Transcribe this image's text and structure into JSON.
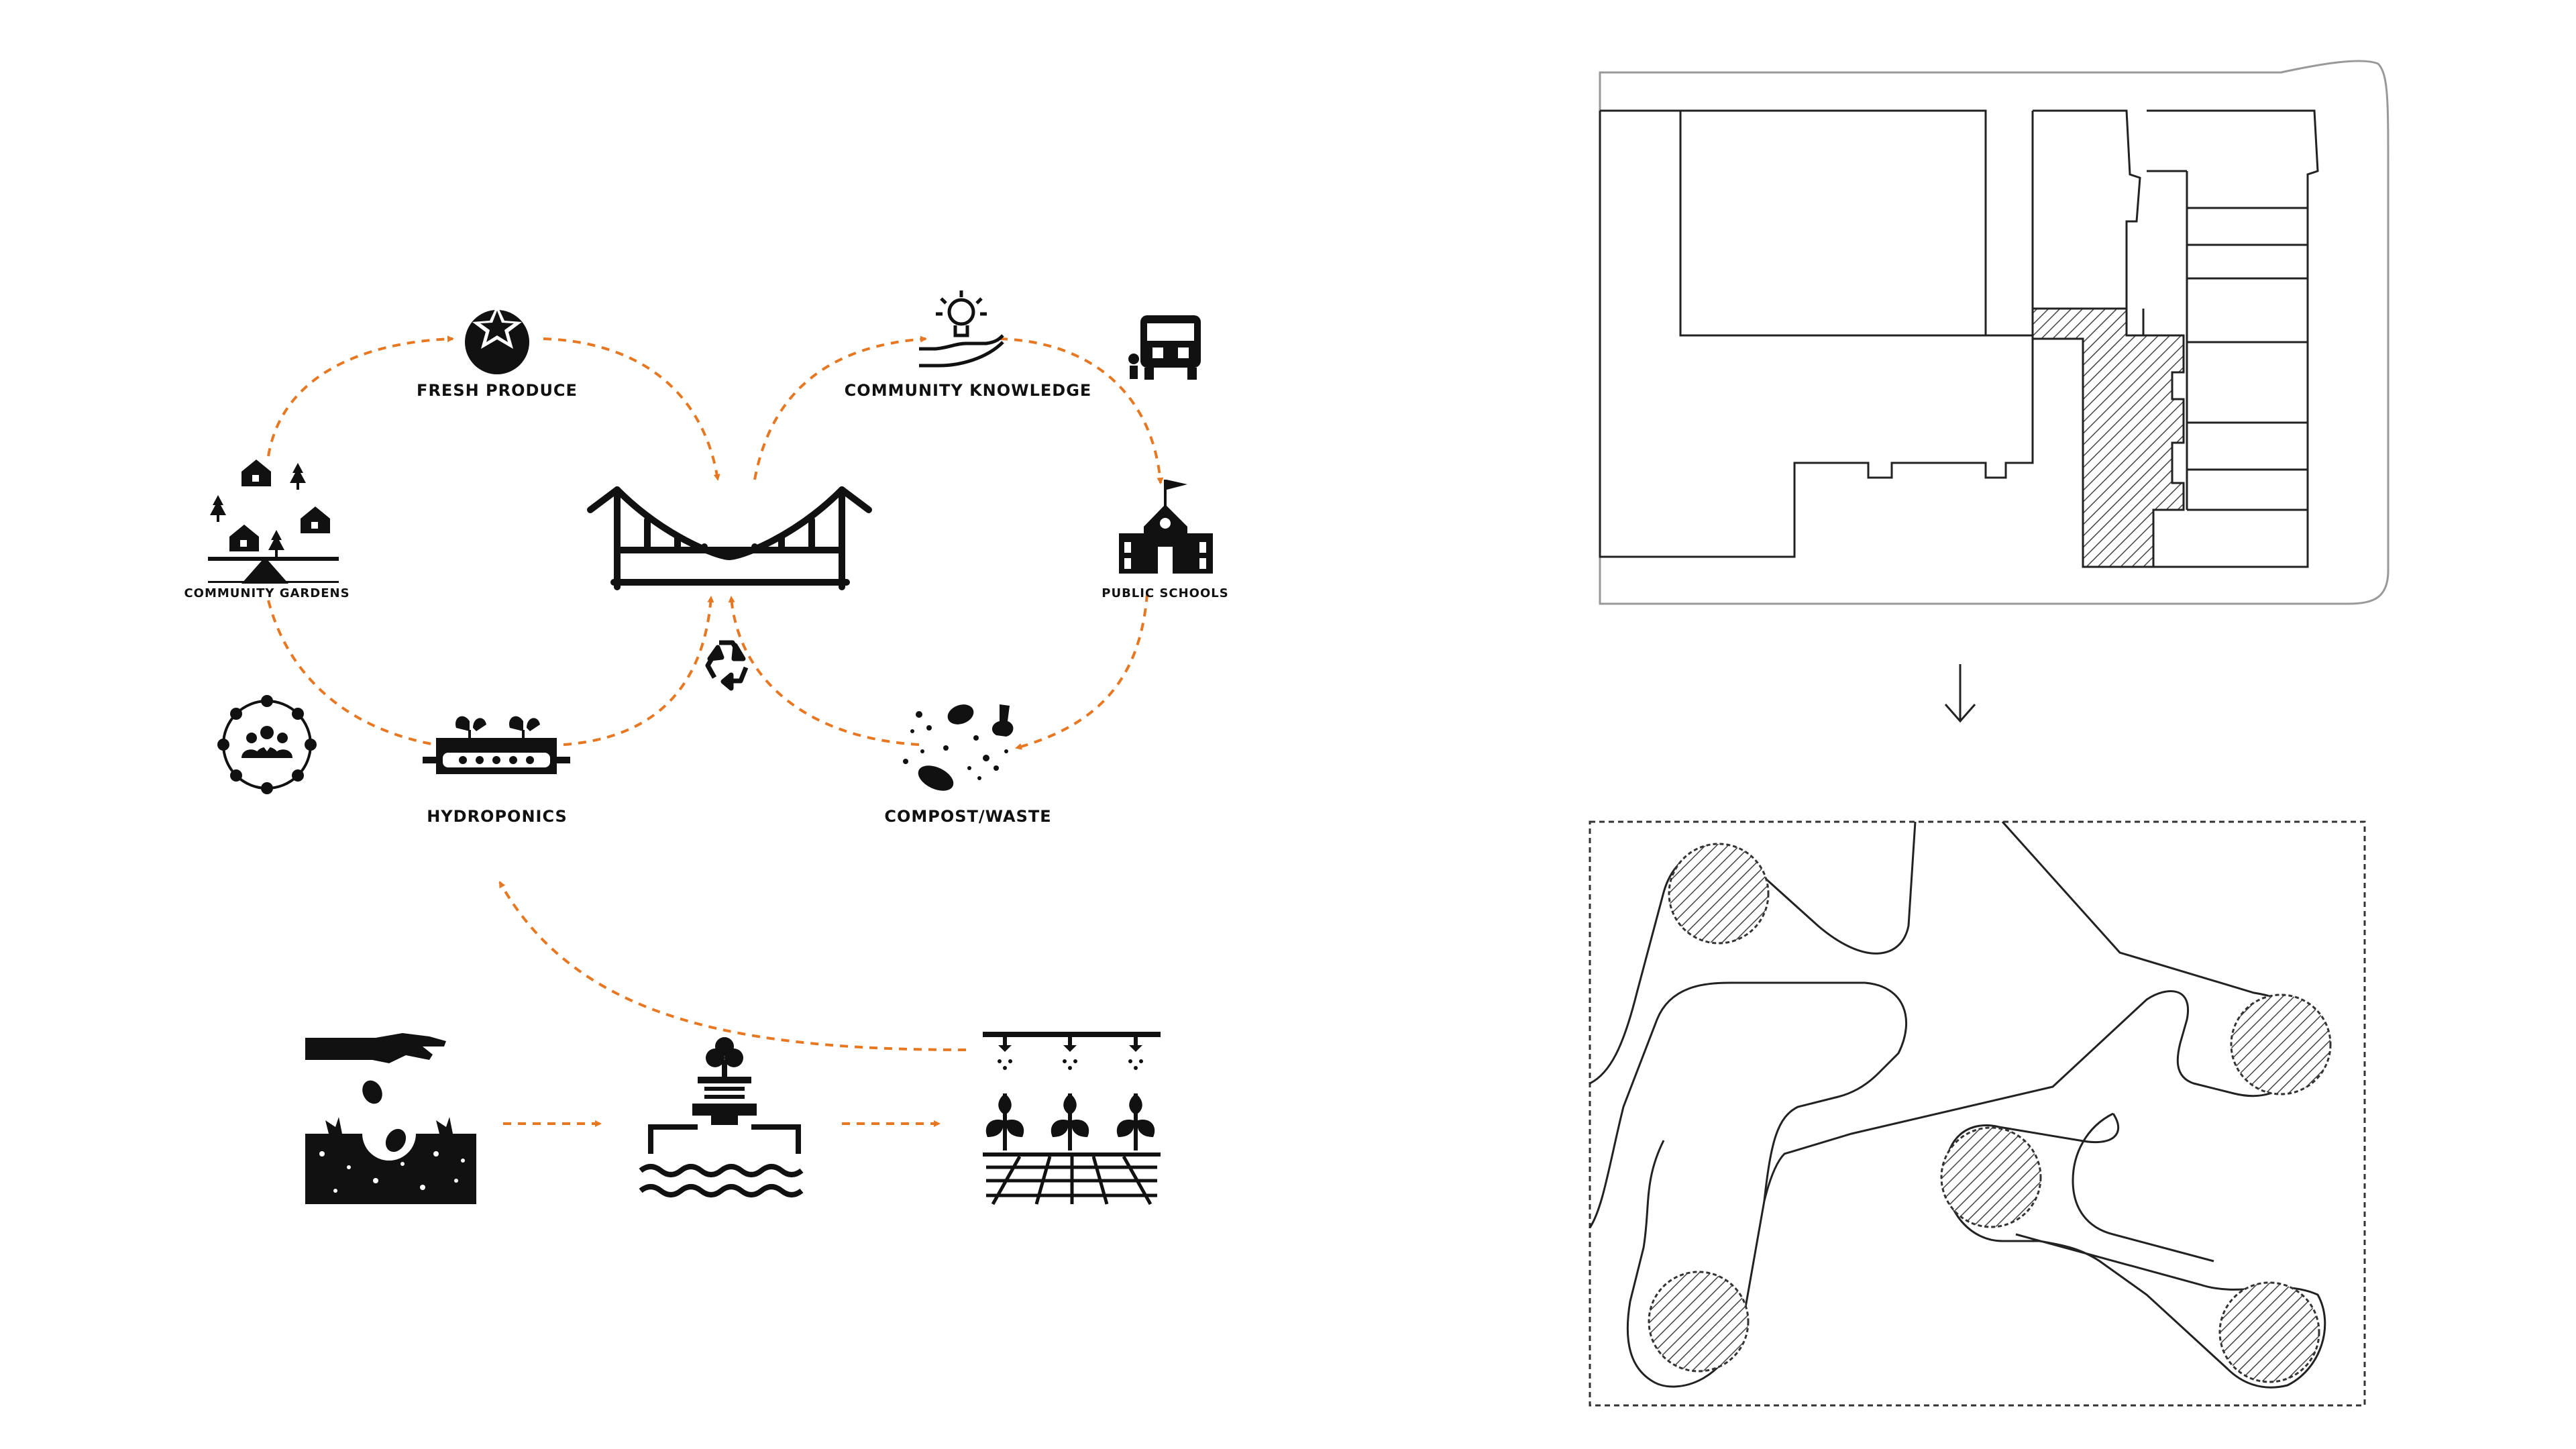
{
  "labels": {
    "fresh_produce": "FRESH PRODUCE",
    "community_knowledge": "COMMUNITY KNOWLEDGE",
    "community_gardens": "COMMUNITY GARDENS",
    "public_schools": "PUBLIC SCHOOLS",
    "hydroponics": "HYDROPONICS",
    "compost_waste": "COMPOST/WASTE"
  },
  "colors": {
    "ink": "#111111",
    "accent": "#e87722",
    "line": "#222222",
    "hatch": "#555555"
  },
  "icons": {
    "tomato": "tomato-icon",
    "lightbulb_hand": "lightbulb-hand-icon",
    "school_bus": "school-bus-icon",
    "houses_trees": "houses-trees-icon",
    "bridge": "bridge-icon",
    "school": "school-building-icon",
    "community_circle": "community-circle-icon",
    "recycle": "recycle-icon",
    "hydroponic_tray": "hydroponic-tray-icon",
    "compost": "compost-scraps-icon",
    "seed_planting": "seed-planting-icon",
    "water_treatment": "water-treatment-icon",
    "irrigation": "irrigation-crops-icon",
    "down_arrow": "down-arrow-icon"
  }
}
